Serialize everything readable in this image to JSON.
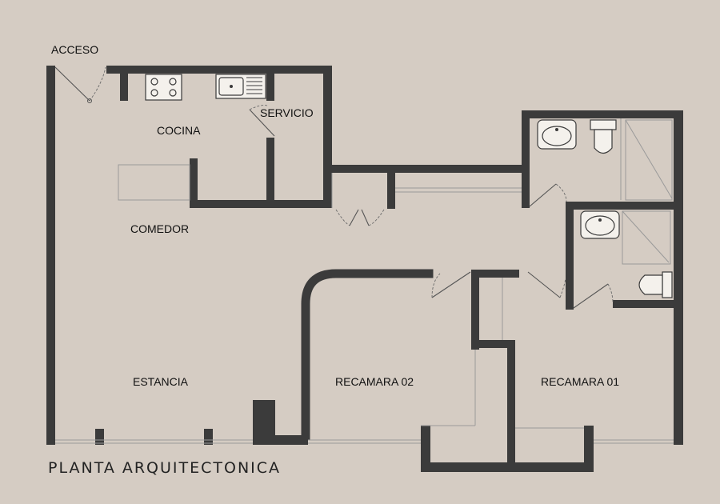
{
  "plan": {
    "title": "PLANTA ARQUITECTONICA",
    "labels": {
      "acceso": "ACCESO",
      "cocina": "COCINA",
      "servicio": "SERVICIO",
      "comedor": "COMEDOR",
      "estancia": "ESTANCIA",
      "recamara_02": "RECAMARA 02",
      "recamara_01": "RECAMARA 01"
    }
  },
  "colors": {
    "background": "#d5ccc3",
    "walls": "#3b3b3b",
    "fixtures": "#f4f1ec"
  }
}
